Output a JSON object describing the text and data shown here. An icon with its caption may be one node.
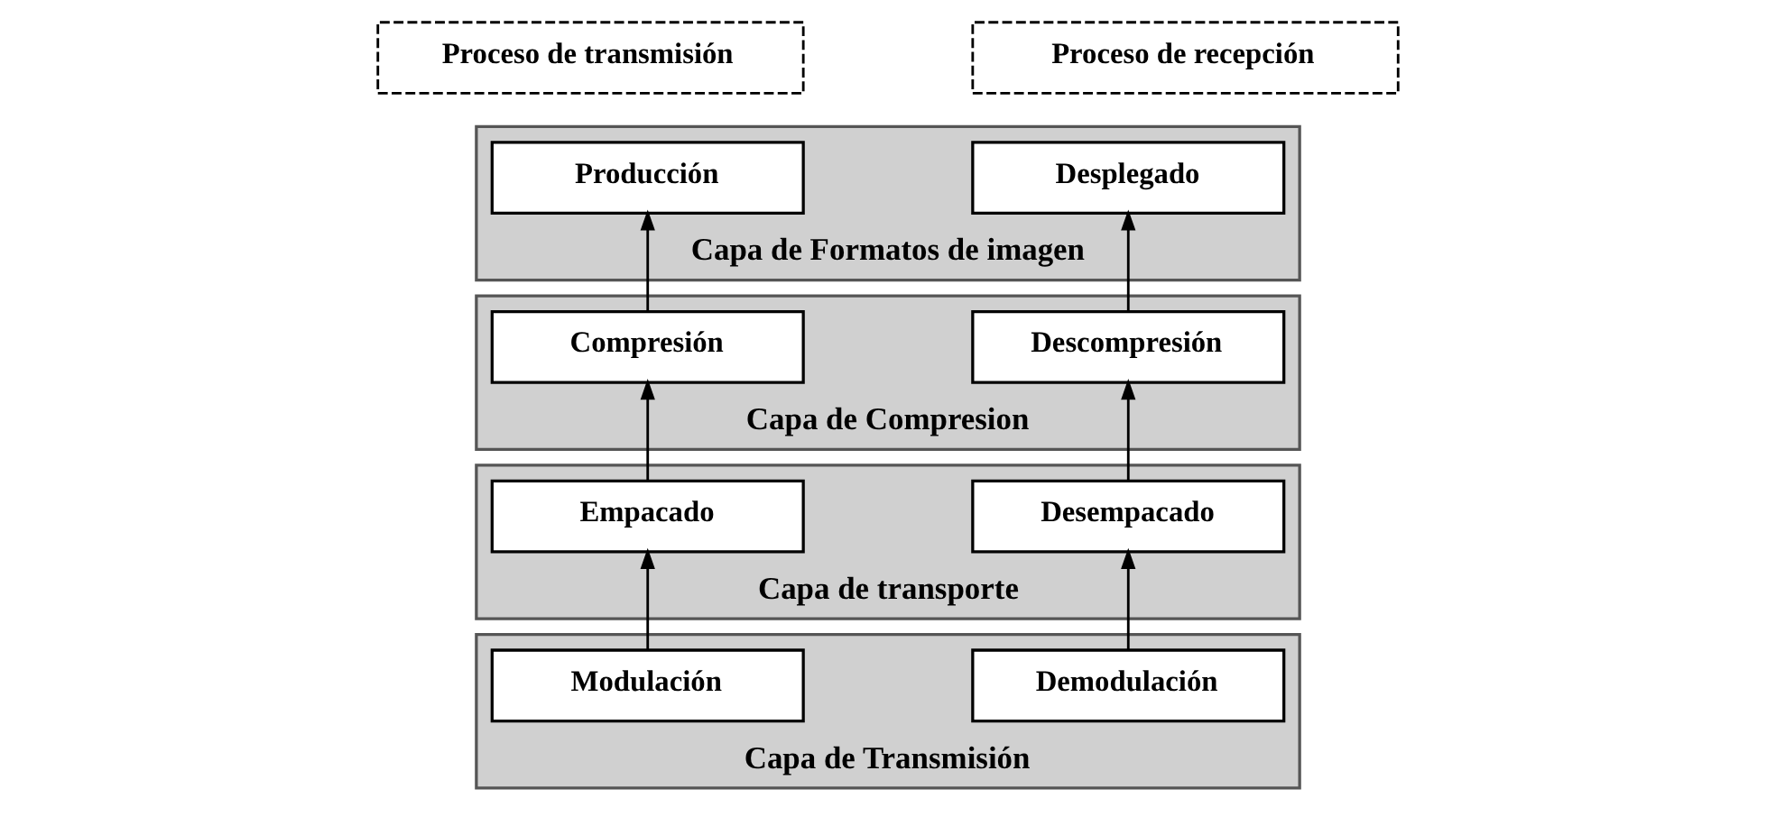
{
  "diagram": {
    "nodes": [
      {
        "text": [
          "Proceso de transmisión"
        ]
      },
      {
        "text": [
          "Proceso de recepción"
        ]
      },
      {
        "text": [
          "Capa de Formatos de imagen"
        ]
      },
      {
        "text": [
          "Producción"
        ],
        "in": 2
      },
      {
        "text": [
          "Desplegado"
        ],
        "in": 2
      },
      {
        "text": [
          "Capa de Compresion"
        ]
      },
      {
        "text": [
          "Compresión"
        ],
        "in": 5
      },
      {
        "text": [
          "Descompresión"
        ],
        "in": 5
      },
      {
        "text": [
          "Capa de transporte"
        ]
      },
      {
        "text": [
          "Empacado"
        ],
        "in": 8
      },
      {
        "text": [
          "Desempacado"
        ],
        "in": 8
      },
      {
        "text": [
          "Capa de Transmisión"
        ]
      },
      {
        "text": [
          "Modulación"
        ],
        "in": 11
      },
      {
        "text": [
          "Demodulación"
        ],
        "in": 11
      }
    ],
    "edges": [
      {
        "from": 12,
        "to": 9,
        "arrow": "to"
      },
      {
        "from": 9,
        "to": 6,
        "arrow": "to"
      },
      {
        "from": 6,
        "to": 3,
        "arrow": "to"
      },
      {
        "from": 13,
        "to": 10,
        "arrow": "to"
      },
      {
        "from": 10,
        "to": 7,
        "arrow": "to"
      },
      {
        "from": 7,
        "to": 4,
        "arrow": "to"
      }
    ]
  }
}
